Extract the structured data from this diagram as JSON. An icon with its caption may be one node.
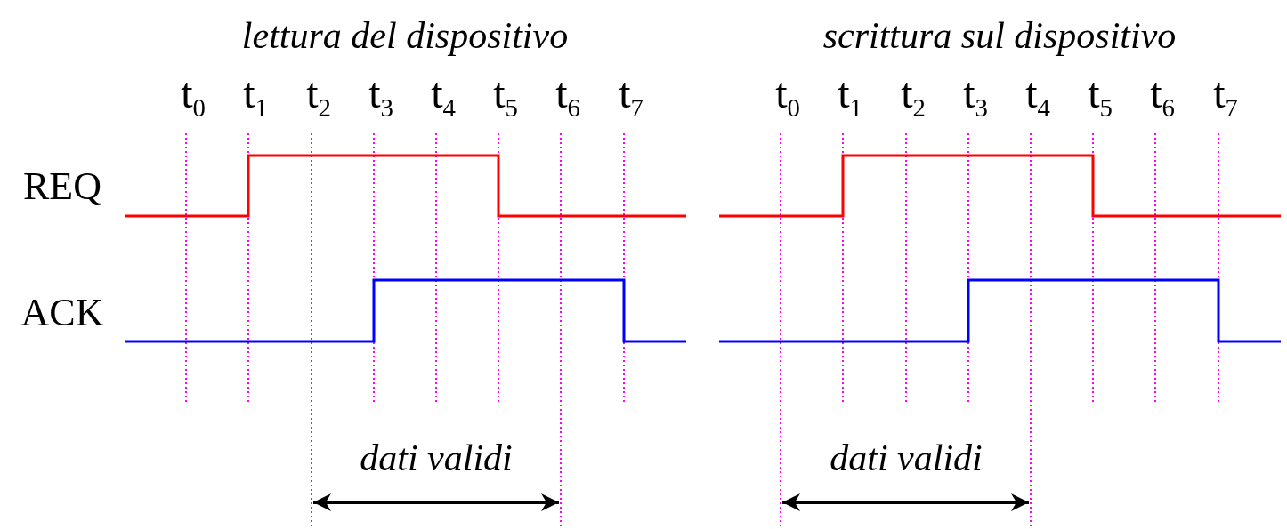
{
  "diagram": {
    "labels": [
      "lettura del dispositivo",
      "scrittura sul dispositivo",
      "t$_{0}$",
      "t$_{1}$",
      "t$_{2}$",
      "t$_{3}$",
      "t$_{4}$",
      "t$_{5}$",
      "t$_{6}$",
      "t$_{7}$",
      "t$_{0}$",
      "t$_{1}$",
      "t$_{2}$",
      "t$_{3}$",
      "t$_{4}$",
      "t$_{5}$",
      "t$_{6}$",
      "t$_{7}$",
      "REQ",
      "ACK",
      "dati validi",
      "dati validi"
    ]
  }
}
